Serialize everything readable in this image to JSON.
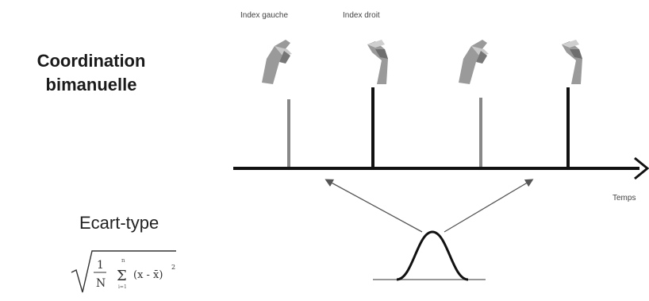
{
  "title": {
    "line1": "Coordination",
    "line2": "bimanuelle"
  },
  "hands": {
    "left_label": "Index gauche",
    "right_label": "Index droit"
  },
  "timeline": {
    "axis_label": "Temps"
  },
  "stat": {
    "label": "Ecart-type",
    "formula": {
      "fraction_num": "1",
      "fraction_den": "N",
      "sum_symbol": "Σ",
      "sum_top": "n",
      "sum_bottom": "i=1",
      "term": "(x - x̄)",
      "exponent": "2"
    }
  },
  "colors": {
    "left_tap": "#888888",
    "right_tap": "#111111",
    "axis": "#111111"
  },
  "icons": [
    "left-hand-icon",
    "right-hand-icon",
    "left-hand-icon",
    "right-hand-icon"
  ]
}
